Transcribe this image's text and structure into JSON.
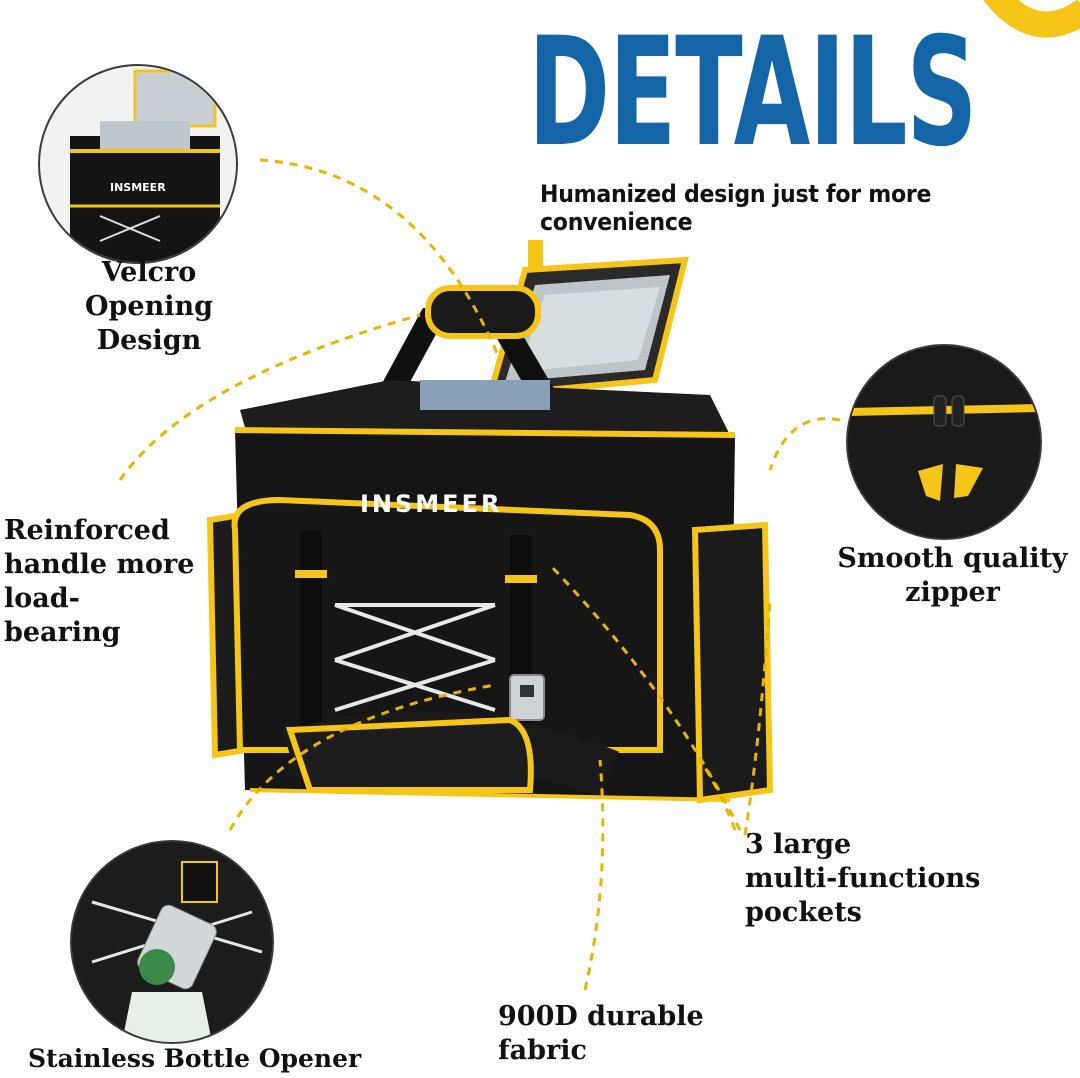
{
  "header": {
    "title": "DETAILS",
    "subtitle": "Humanized design just for more convenience"
  },
  "brand": {
    "logo_text": "INSMEER"
  },
  "callouts": {
    "velcro": "Velcro Opening Design",
    "velcro_line1": "Velcro Opening",
    "velcro_line2": "Design",
    "handle_line1": "Reinforced",
    "handle_line2": "handle more",
    "handle_line3": "load- bearing",
    "zipper_line1": "Smooth quality",
    "zipper_line2": "zipper",
    "pockets_line1": "3 large",
    "pockets_line2": "multi-functions",
    "pockets_line3": "pockets",
    "fabric_line1": "900D durable",
    "fabric_line2": "fabric",
    "opener": "Stainless Bottle Opener"
  },
  "colors": {
    "title_blue": "#1365a7",
    "accent_yellow": "#f5c518",
    "bag_black": "#151515"
  }
}
